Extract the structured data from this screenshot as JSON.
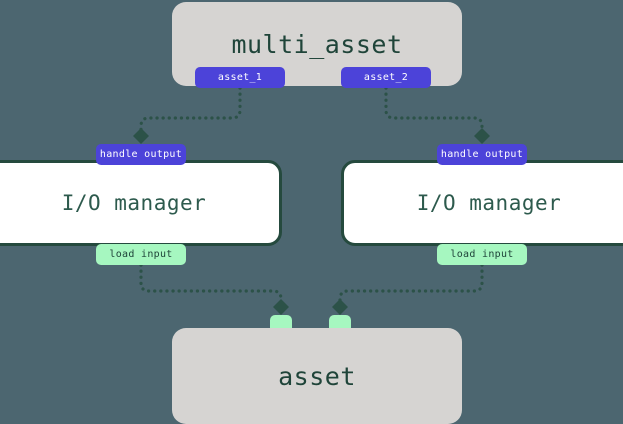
{
  "diagram": {
    "type": "flow",
    "background_color": "#4c6670",
    "nodes": [
      {
        "id": "multi_asset",
        "label": "multi_asset",
        "kind": "asset",
        "fill": "#d6d4d2",
        "text_color": "#1f4439"
      },
      {
        "id": "io_manager_left",
        "label": "I/O manager",
        "kind": "io-manager",
        "fill": "#ffffff",
        "border_color": "#254a3e"
      },
      {
        "id": "io_manager_right",
        "label": "I/O manager",
        "kind": "io-manager",
        "fill": "#ffffff",
        "border_color": "#254a3e"
      },
      {
        "id": "asset",
        "label": "asset",
        "kind": "asset",
        "fill": "#d6d4d2",
        "text_color": "#1f4439"
      }
    ],
    "ports": {
      "outputs": [
        {
          "id": "asset_1",
          "label": "asset_1",
          "color": "#4c43d9",
          "text_color": "#ffffff"
        },
        {
          "id": "asset_2",
          "label": "asset_2",
          "color": "#4c43d9",
          "text_color": "#ffffff"
        },
        {
          "id": "handle_output_left",
          "label": "handle output",
          "color": "#4c43d9",
          "text_color": "#ffffff"
        },
        {
          "id": "handle_output_right",
          "label": "handle output",
          "color": "#4c43d9",
          "text_color": "#ffffff"
        }
      ],
      "inputs": [
        {
          "id": "load_input_left",
          "label": "load input",
          "color": "#a6f7c0",
          "text_color": "#1f4439"
        },
        {
          "id": "load_input_right",
          "label": "load input",
          "color": "#a6f7c0",
          "text_color": "#1f4439"
        },
        {
          "id": "asset_input_1",
          "label": "",
          "color": "#a6f7c0"
        },
        {
          "id": "asset_input_2",
          "label": "",
          "color": "#a6f7c0"
        }
      ]
    },
    "edges": [
      {
        "id": "edge-asset1-handle-left",
        "from": "asset_1",
        "to": "handle_output_left",
        "style": "dotted",
        "color": "#2c5248",
        "arrow": "diamond"
      },
      {
        "id": "edge-asset2-handle-right",
        "from": "asset_2",
        "to": "handle_output_right",
        "style": "dotted",
        "color": "#2c5248",
        "arrow": "diamond"
      },
      {
        "id": "edge-loadinput-left-asset",
        "from": "load_input_left",
        "to": "asset_input_1",
        "style": "dotted",
        "color": "#2c5248",
        "arrow": "diamond"
      },
      {
        "id": "edge-loadinput-right-asset",
        "from": "load_input_right",
        "to": "asset_input_2",
        "style": "dotted",
        "color": "#2c5248",
        "arrow": "diamond"
      }
    ]
  }
}
